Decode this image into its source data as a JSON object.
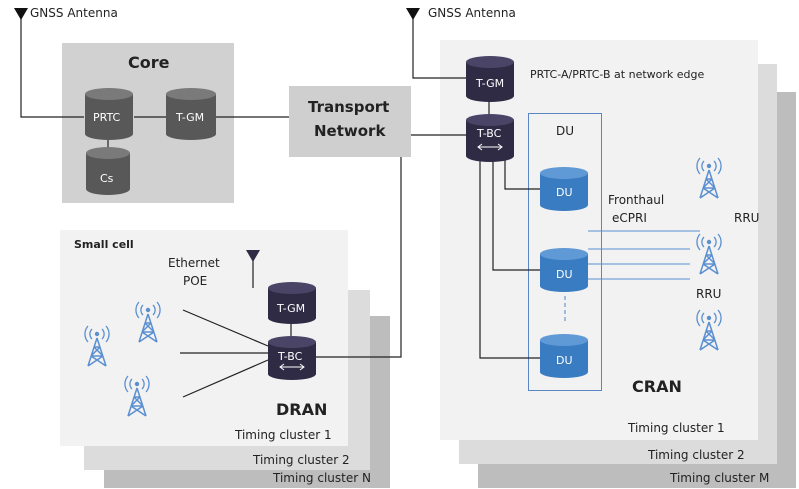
{
  "antennas": {
    "gnss_left": "GNSS Antenna",
    "gnss_right": "GNSS Antenna"
  },
  "core": {
    "title": "Core",
    "prtc": "PRTC",
    "tgm": "T-GM",
    "cs": "Cs"
  },
  "transport": {
    "line1": "Transport",
    "line2": "Network"
  },
  "cran": {
    "tgm": "T-GM",
    "edge_note": "PRTC-A/PRTC-B at network edge",
    "tbc": "T-BC",
    "du_group": "DU",
    "du_nodes": [
      "DU",
      "DU",
      "DU"
    ],
    "fronthaul": "Fronthaul",
    "ecpri": "eCPRI",
    "rru_1": "RRU",
    "rru_2": "RRU",
    "title": "CRAN",
    "clusters": [
      "Timing cluster 1",
      "Timing cluster 2",
      "Timing cluster M"
    ]
  },
  "small_cell": {
    "title": "Small cell",
    "ethernet": "Ethernet",
    "poe": "POE",
    "tgm": "T-GM",
    "tbc": "T-BC",
    "title_dran": "DRAN",
    "clusters": [
      "Timing cluster 1",
      "Timing cluster 2",
      "Timing cluster N"
    ]
  },
  "colors": {
    "core_panel": "#d1d1d1",
    "cluster_panel_1": "#f2f2f2",
    "cluster_panel_2": "#dcdcdc",
    "cluster_panel_3": "#bdbdbd",
    "dark_cylinder": "#2f2b45",
    "grey_cylinder": "#585858",
    "du_blue": "#3a7cc2",
    "antenna_blue": "#5a8fd0",
    "du_box_border": "#5a86c4"
  }
}
